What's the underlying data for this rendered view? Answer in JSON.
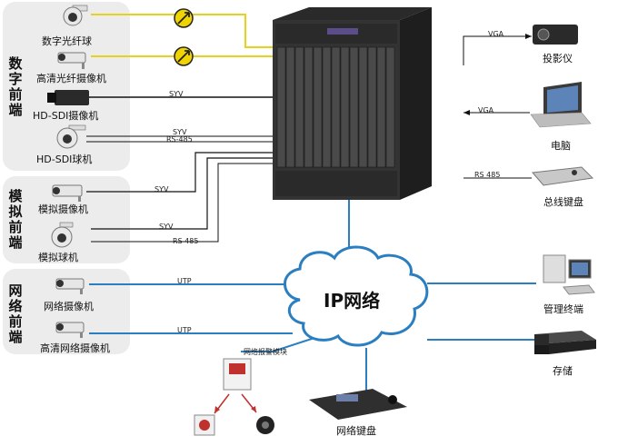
{
  "groups": {
    "digital": [
      "数",
      "字",
      "前",
      "端"
    ],
    "analog": [
      "模",
      "拟",
      "前",
      "端"
    ],
    "network": [
      "网",
      "络",
      "前",
      "端"
    ]
  },
  "devices": {
    "fiber_dome": "数字光纤球",
    "hd_fiber_camera": "高清光纤摄像机",
    "hdsdi_camera": "HD-SDI摄像机",
    "hdsdi_dome": "HD-SDI球机",
    "analog_camera": "模拟摄像机",
    "analog_dome": "模拟球机",
    "network_camera": "网络摄像机",
    "hd_network_camera": "高清网络摄像机",
    "projector": "投影仪",
    "computer": "电脑",
    "bus_keyboard": "总线键盘",
    "mgmt_terminal": "管理终端",
    "storage": "存储",
    "network_keyboard": "网络键盘",
    "alarm_module": "网络报警模块"
  },
  "links": {
    "syv1": "SYV",
    "syv2": "SYV",
    "rs485_1": "RS-485",
    "syv3": "SYV",
    "syv4": "SYV",
    "rs485_2": "RS 485",
    "utp1": "UTP",
    "utp2": "UTP",
    "vga1": "VGA",
    "vga2": "VGA",
    "rs485_3": "RS 485"
  },
  "cloud_label": "IP网络",
  "colors": {
    "fiber_line": "#e6d21c",
    "network_line": "#2b7fc0",
    "black_line": "#111111",
    "group_bg": "#ececec"
  }
}
